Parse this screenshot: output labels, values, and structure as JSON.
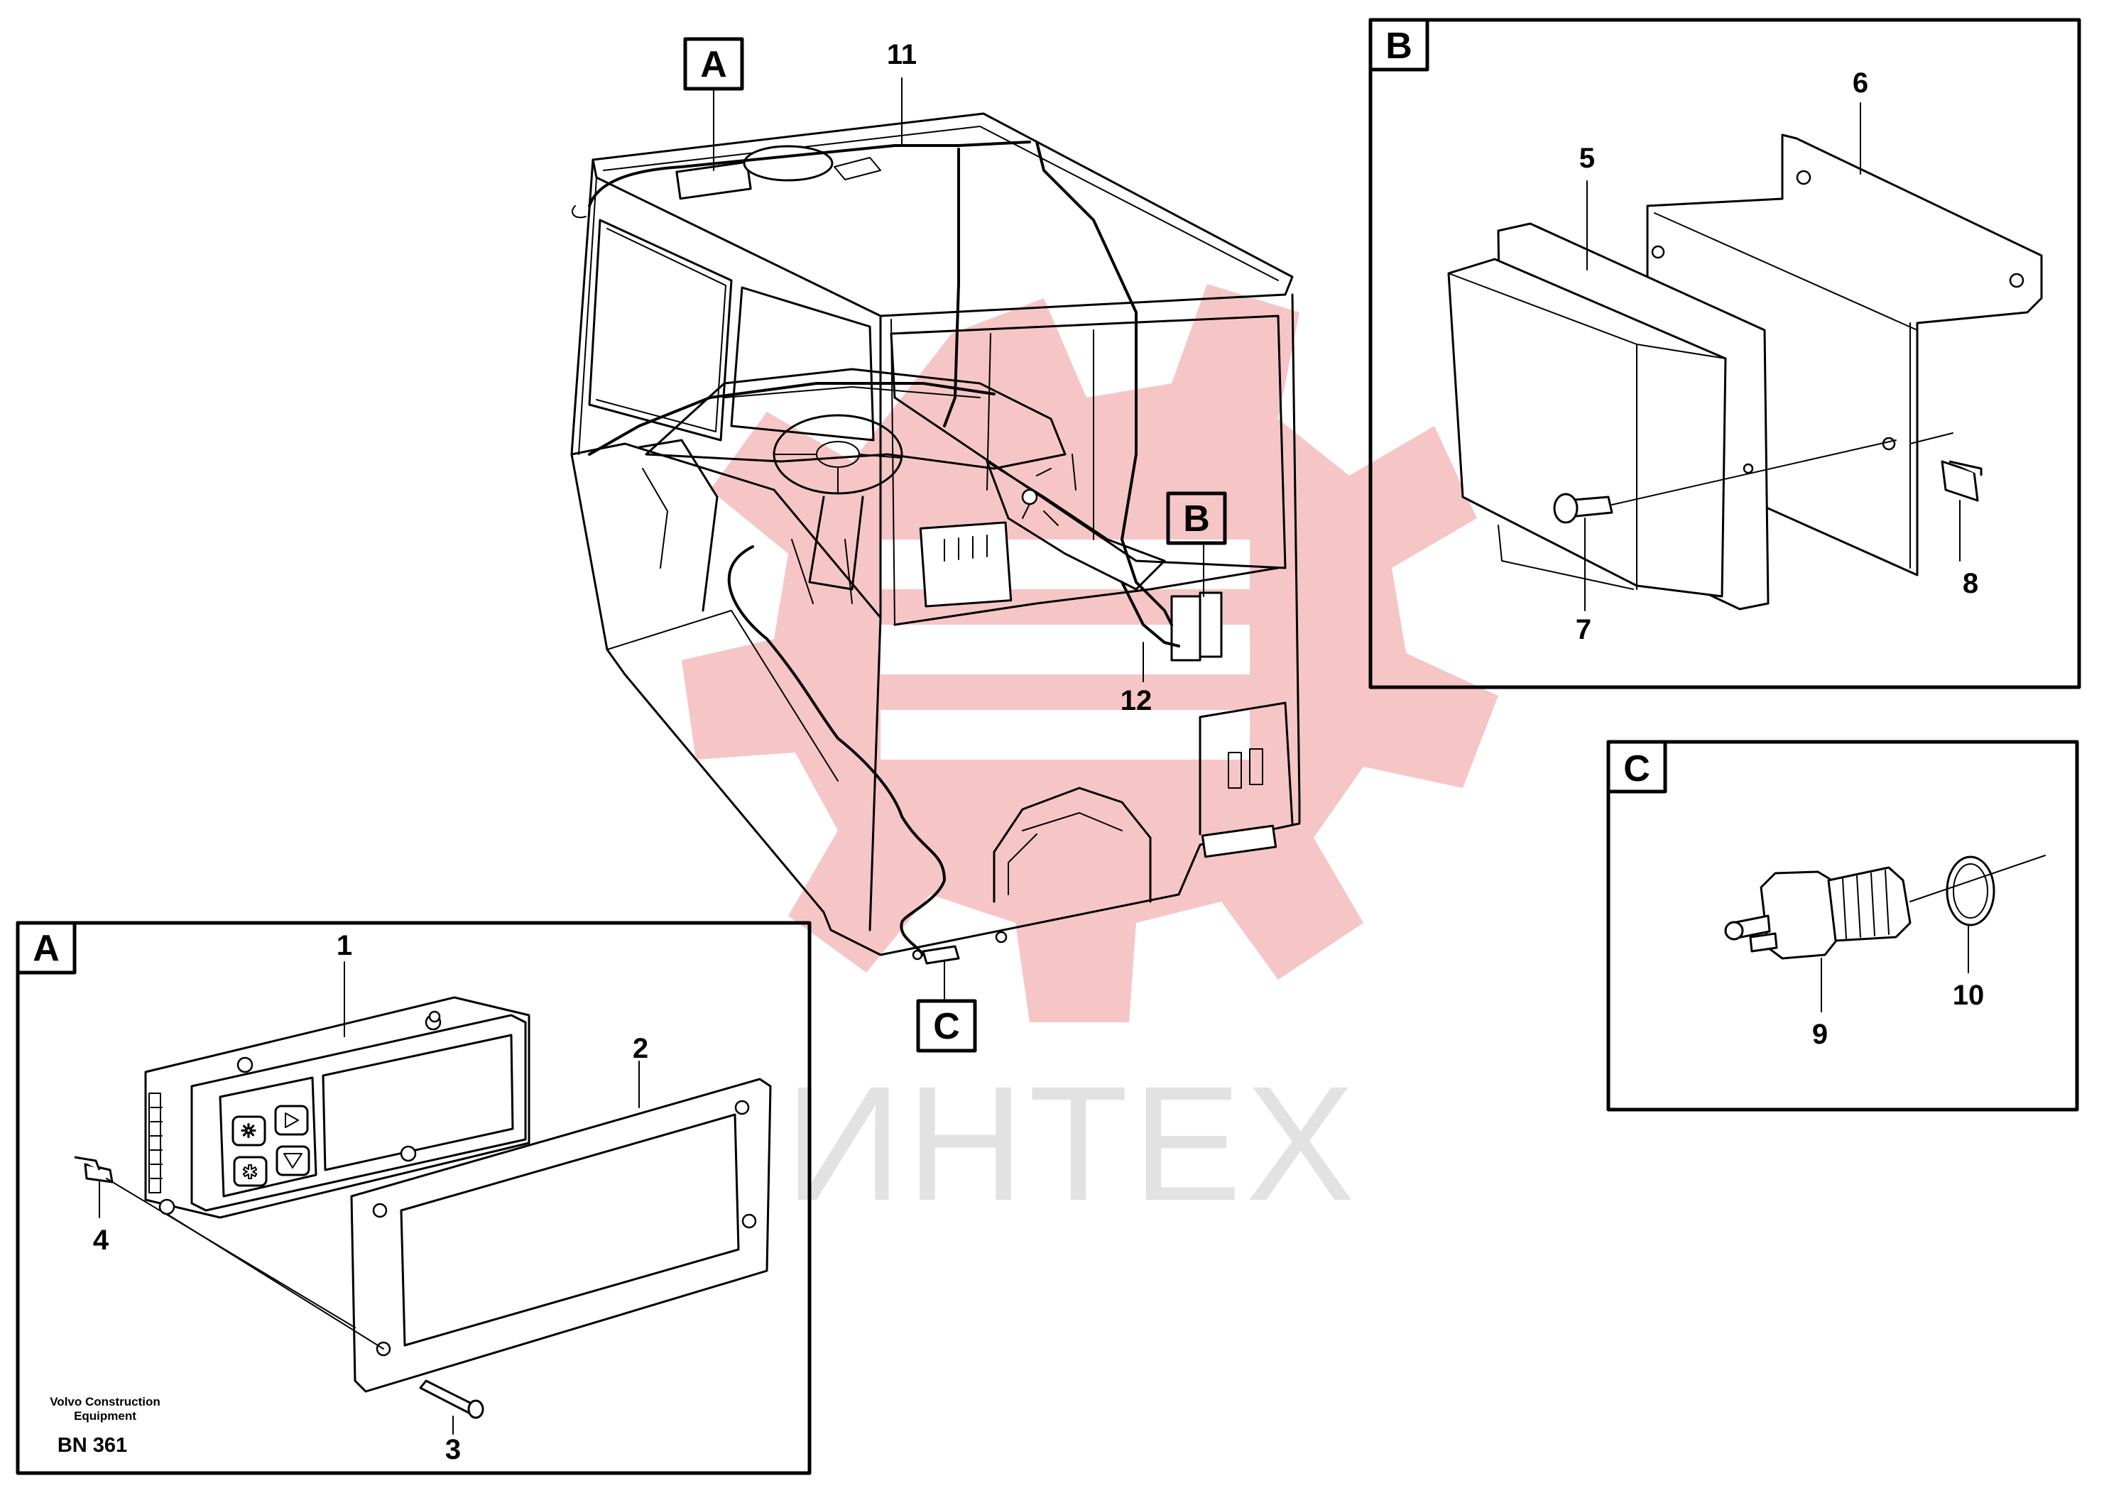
{
  "diagram": {
    "watermark": {
      "text": "ИНТЕХ",
      "color": "#f6c6c6"
    },
    "callouts": {
      "main_a": "A",
      "main_b": "B",
      "main_c": "C",
      "panel_a": "A",
      "panel_b": "B",
      "panel_c": "C"
    },
    "part_numbers": {
      "p1": "1",
      "p2": "2",
      "p3": "3",
      "p4": "4",
      "p5": "5",
      "p6": "6",
      "p7": "7",
      "p8": "8",
      "p9": "9",
      "p10": "10",
      "p11": "11",
      "p12": "12"
    },
    "footer": {
      "maker_line1": "Volvo Construction",
      "maker_line2": "Equipment",
      "code": "BN 361"
    }
  }
}
